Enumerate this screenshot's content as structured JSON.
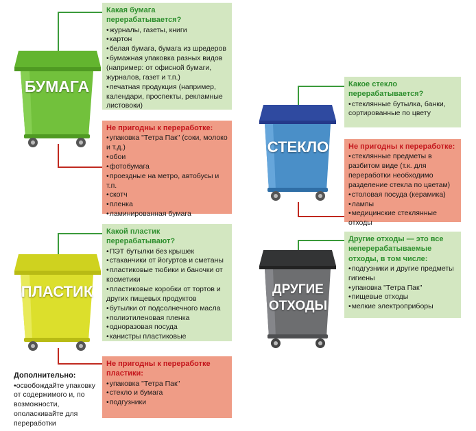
{
  "paper": {
    "title": "Какая бумага перерабатывается?",
    "bin_label": "БУМАГА",
    "items": [
      "журналы, газеты, книги",
      "картон",
      "белая бумага, бумага из шредеров",
      "бумажная упаковка разных видов (например: от офисной бумаги, журналов, газет и т.п.)",
      "печатная продукция (например, календари, проспекты, рекламные листовоки)"
    ],
    "not_title": "Не пригодны к переработке:",
    "not_items": [
      "упаковка \"Тетра Пак\" (соки, молоко и т.д.)",
      "обои",
      "фотобумага",
      "проездные на метро, автобусы и т.п.",
      "скотч",
      "пленка",
      "ламинированная бумага"
    ]
  },
  "glass": {
    "title": "Какое стекло перерабатывается?",
    "bin_label": "СТЕКЛО",
    "items": [
      "стеклянные бутылка, банки, сортированные по цвету"
    ],
    "not_title": "Не пригодны к переработке:",
    "not_items": [
      "стеклянные предметы в разбитом виде (т.к. для переработки необходимо разделение стекла по цветам)",
      "столовая посуда (керамика)",
      "лампы",
      "медицинские стеклянные отходы"
    ]
  },
  "plastic": {
    "title": "Какой пластик перерабатывают?",
    "bin_label": "ПЛАСТИК",
    "items": [
      "ПЭТ бутылки без крышек",
      "стаканчики от йогуртов и сметаны",
      "пластиковые тюбики и баночки от косметики",
      "пластиковые коробки от тортов и других пищевых продуктов",
      "бутылки от подсолнечного масла",
      "полиэтиленовая пленка",
      "одноразовая посуда",
      "канистры пластиковые"
    ],
    "not_title": "Не пригодны к переработке пластики:",
    "not_items": [
      "упаковка \"Тетра Пак\"",
      "стекло и бумага",
      "подгузники"
    ]
  },
  "other": {
    "title": "Другие отходы — это все неперерабатываемые отходы, в том числе:",
    "bin_label_1": "ДРУГИЕ",
    "bin_label_2": "ОТХОДЫ",
    "items": [
      "подгузники и другие предметы гигиены",
      "упаковка \"Тетра Пак\"",
      "пищевые отходы",
      "мелкие электроприборы"
    ]
  },
  "extra": {
    "title": "Дополнительно:",
    "text": "освобождайте упаковку от содержимого и, по возможности, ополаскивайте для переработки"
  },
  "colors": {
    "paper": "#6fbf3a",
    "glass": "#4a8fc8",
    "plastic": "#d9dc2a",
    "other": "#6d6e70",
    "ok_bg": "#d3e7c1",
    "bad_bg": "#ef9c86",
    "ok_title": "#2f8f2f",
    "bad_title": "#c4161c"
  }
}
